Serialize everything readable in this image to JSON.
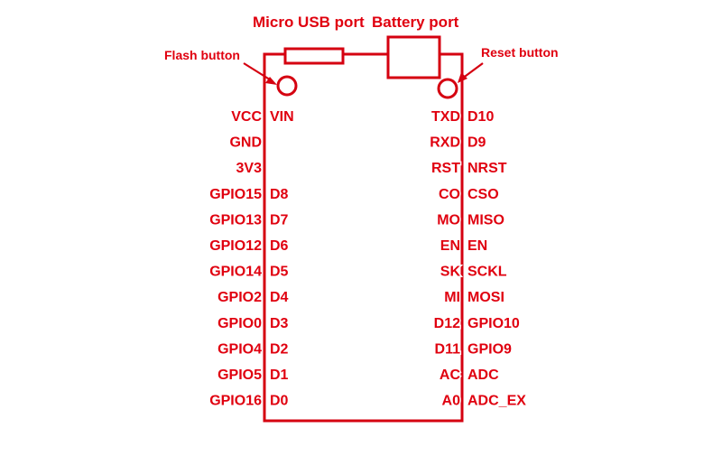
{
  "labels": {
    "micro_usb_port": "Micro USB port",
    "battery_port": "Battery port",
    "flash_button": "Flash button",
    "reset_button": "Reset button"
  },
  "left_pins": [
    {
      "outer": "VCC",
      "inner": "VIN"
    },
    {
      "outer": "GND",
      "inner": ""
    },
    {
      "outer": "3V3",
      "inner": ""
    },
    {
      "outer": "GPIO15",
      "inner": "D8"
    },
    {
      "outer": "GPIO13",
      "inner": "D7"
    },
    {
      "outer": "GPIO12",
      "inner": "D6"
    },
    {
      "outer": "GPIO14",
      "inner": "D5"
    },
    {
      "outer": "GPIO2",
      "inner": "D4"
    },
    {
      "outer": "GPIO0",
      "inner": "D3"
    },
    {
      "outer": "GPIO4",
      "inner": "D2"
    },
    {
      "outer": "GPIO5",
      "inner": "D1"
    },
    {
      "outer": "GPIO16",
      "inner": "D0"
    }
  ],
  "right_pins": [
    {
      "inner": "TXD",
      "outer": "D10"
    },
    {
      "inner": "RXD",
      "outer": "D9"
    },
    {
      "inner": "RST",
      "outer": "NRST"
    },
    {
      "inner": "CO",
      "outer": "CSO"
    },
    {
      "inner": "MO",
      "outer": "MISO"
    },
    {
      "inner": "EN",
      "outer": "EN"
    },
    {
      "inner": "SK",
      "outer": "SCKL"
    },
    {
      "inner": "MI",
      "outer": "MOSI"
    },
    {
      "inner": "D12",
      "outer": "GPIO10"
    },
    {
      "inner": "D11",
      "outer": "GPIO9"
    },
    {
      "inner": "AC",
      "outer": "ADC"
    },
    {
      "inner": "A0",
      "outer": "ADC_EX"
    }
  ],
  "colors": {
    "accent": "#e0000f"
  }
}
